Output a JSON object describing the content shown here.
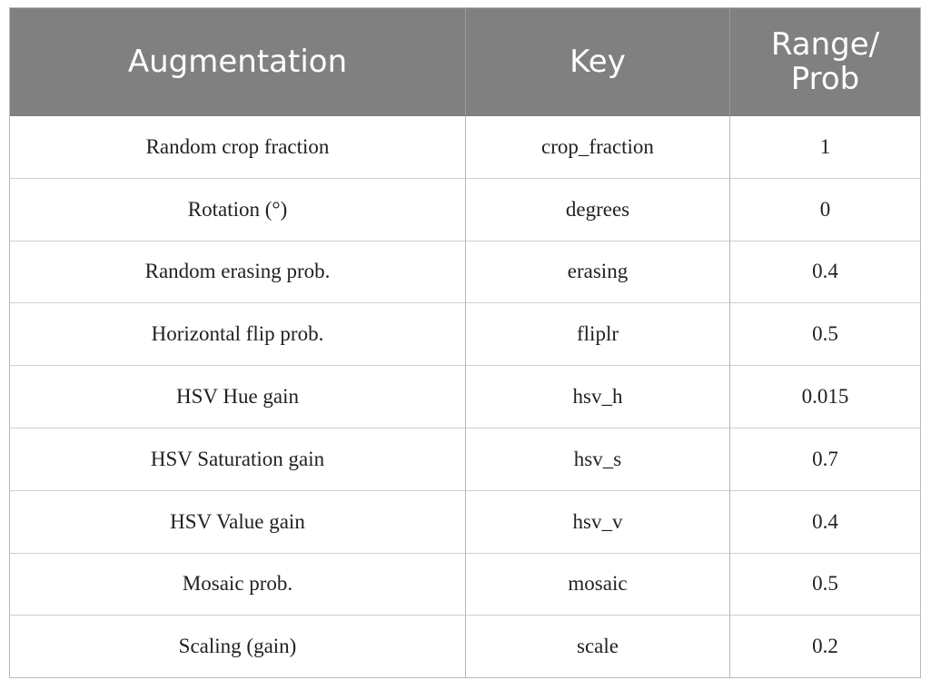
{
  "table": {
    "headers": [
      {
        "key": "augmentation",
        "label": "Augmentation",
        "lines": [
          "Augmentation"
        ]
      },
      {
        "key": "key",
        "label": "Key",
        "lines": [
          "Key"
        ]
      },
      {
        "key": "range_prob",
        "label": "Range/ Prob",
        "lines": [
          "Range/",
          "Prob"
        ]
      }
    ],
    "header_background": "#808080",
    "header_text_color": "#ffffff",
    "border_color": "#b9b9b9",
    "row_separator_color": "#cfcfcf",
    "body_text_color": "#231f20",
    "rows": [
      {
        "augmentation": "Random crop fraction",
        "key": "crop_fraction",
        "range_prob": "1"
      },
      {
        "augmentation": "Rotation (°)",
        "key": "degrees",
        "range_prob": "0"
      },
      {
        "augmentation": "Random erasing prob.",
        "key": "erasing",
        "range_prob": "0.4"
      },
      {
        "augmentation": "Horizontal flip prob.",
        "key": "fliplr",
        "range_prob": "0.5"
      },
      {
        "augmentation": "HSV Hue gain",
        "key": "hsv_h",
        "range_prob": "0.015"
      },
      {
        "augmentation": "HSV Saturation gain",
        "key": "hsv_s",
        "range_prob": "0.7"
      },
      {
        "augmentation": "HSV Value gain",
        "key": "hsv_v",
        "range_prob": "0.4"
      },
      {
        "augmentation": "Mosaic prob.",
        "key": "mosaic",
        "range_prob": "0.5"
      },
      {
        "augmentation": "Scaling (gain)",
        "key": "scale",
        "range_prob": "0.2"
      }
    ]
  }
}
